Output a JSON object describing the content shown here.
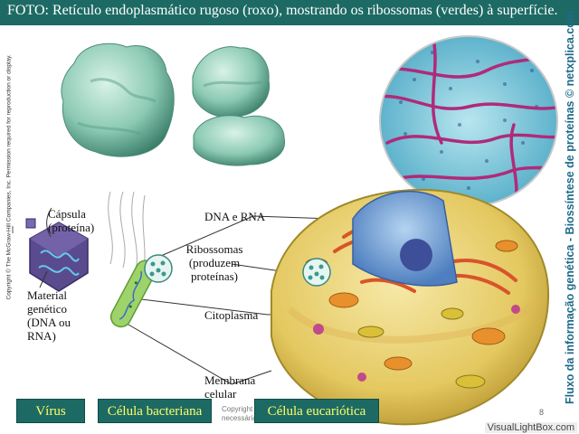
{
  "title": "FOTO: Retículo endoplasmático rugoso (roxo), mostrando os ribossomas (verdes) à superfície.",
  "side_copyright": "Copyright © The McGraw-Hill Companies, Inc. Permission required for reproduction or display.",
  "side_credit": "Fluxo da informação genética - Biossíntese de proteínas © netxplica.com",
  "virus_labels": {
    "capsula_1": "Cápsula",
    "capsula_2": "(proteína)",
    "material_1": "Material",
    "material_2": "genético",
    "material_3": "(DNA ou",
    "material_4": "RNA)"
  },
  "cell_labels": {
    "dna_rna": "DNA e RNA",
    "ribossomas_1": "Ribossomas",
    "ribossomas_2": "(produzem",
    "ribossomas_3": "proteínas)",
    "citoplasma": "Citoplasma",
    "membrana_1": "Membrana",
    "membrana_2": "celular"
  },
  "buttons": {
    "virus": "Vírus",
    "bacteriana": "Célula bacteriana",
    "eucariotica": "Célula eucariótica"
  },
  "footer": {
    "line1": "Copyright",
    "line2": "necessária para reprodução ou exibição.",
    "page_number": "8"
  },
  "watermark": "VisualLightBox.com",
  "colors": {
    "title_bar": "#1d6a64",
    "button_text": "#ffff66",
    "side_credit": "#1e6a8a"
  }
}
